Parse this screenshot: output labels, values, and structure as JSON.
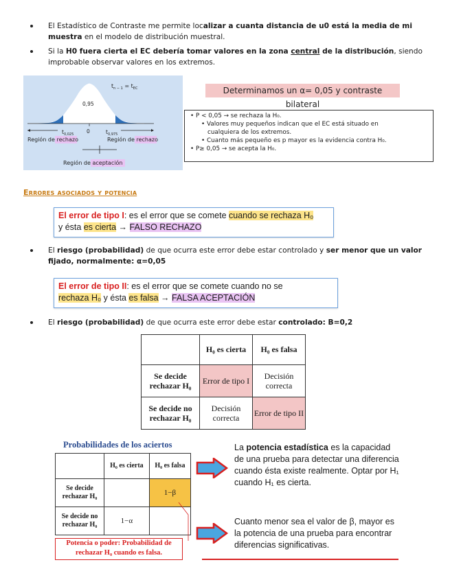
{
  "bullets_top": [
    {
      "pre": "El Estadístico de Contraste me permite loc",
      "bold": "alizar a cuanta distancia de u0 está la media de mi muestra",
      "post": " en el modelo de distribución muestral."
    },
    {
      "pre": "Si la ",
      "bold1": "H0 fuera cierta el EC debería tomar valores en la zona ",
      "under": "central",
      "bold2": " de la distribución",
      "post": ", siendo improbable observar valores en los extremos."
    }
  ],
  "curve": {
    "tlabel": "t",
    "tsub": "n − 1",
    "eq": " = t",
    "eqsub": "EC",
    "center": "0,95",
    "zero": "0",
    "left_t": "t",
    "left_sub": "0,025",
    "right_t": "t",
    "right_sub": "0,975",
    "region_left_a": "Región de ",
    "region_left_b": "rechazo",
    "region_right_a": "Región de ",
    "region_right_b": "rechazo",
    "accept_a": "Región de ",
    "accept_b": "aceptación"
  },
  "alpha_box": "Determinamos un α= 0,05 y contraste bilateral",
  "rules": {
    "line1": "• P < 0,05 → se rechaza la H₀.",
    "line2": "• Valores muy pequeños indican que el EC está situado en",
    "line3": "cualquiera de los extremos.",
    "line4": "• Cuanto más pequeño es p mayor es la evidencia contra H₀.",
    "line5": "• P≥ 0,05 → se acepta la H₀."
  },
  "section_title": "Errores asociados y potencia",
  "error1": {
    "label": "El error de tipo I",
    "colon": ": es el error que se comete ",
    "hl": "cuando se rechaza H₀",
    "mid": "y ésta ",
    "hl2": "es cierta",
    "arrow": " → ",
    "end": "FALSO RECHAZO"
  },
  "bullet_risk1": {
    "pre": "El ",
    "bold": "riesgo (probabilidad)",
    "mid": " de que ocurra este error debe estar controlado y ",
    "bold2": "ser menor que un valor fijado, normalmente: α=0,05"
  },
  "error2": {
    "label": "El error de tipo II",
    "colon": ": es el error que se comete cuando no se",
    "hl": "rechaza H₀",
    "mid": " y ésta ",
    "hl2": "es falsa",
    "arrow": " → ",
    "end": "FALSA ACEPTACIÓN"
  },
  "bullet_risk2": {
    "pre": "El ",
    "bold": "riesgo (probabilidad)",
    "mid": " de que ocurra este error debe estar ",
    "bold2": "controlado: Β=0,2"
  },
  "table1": {
    "h1": "H₀ es cierta",
    "h2": "H₀ es falsa",
    "r1": "Se decide rechazar H₀",
    "r2": "Se decide no rechazar H₀",
    "c11": "Error de tipo I",
    "c12": "Decisión correcta",
    "c21": "Decisión correcta",
    "c22": "Error de tipo II"
  },
  "table2": {
    "title": "Probabilidades de los aciertos",
    "h1": "H₀ es cierta",
    "h2": "H₀ es falsa",
    "r1": "Se decide rechazar H₀",
    "r2": "Se decide no rechazar H₀",
    "c12": "1−β",
    "c21": "1−α",
    "caption": "Potencia o poder: Probabilidad de rechazar H₀ cuando es falsa."
  },
  "potencia_text": {
    "a": "La ",
    "b": "potencia estadística",
    "c": " es la capacidad de una prueba para detectar una diferencia cuando ésta existe realmente. Optar por H₁ cuando H₁ es cierta."
  },
  "menor_text": "Cuanto menor sea el valor de β, mayor es la potencia de una prueba para encontrar diferencias significativas.",
  "colors": {
    "accent_red": "#d81f1f",
    "curve_blue": "#2d6fb9",
    "pink": "#f3c6c6",
    "yellow": "#f6c245",
    "purple": "#e9c3f3",
    "orange_title": "#c77a12"
  }
}
